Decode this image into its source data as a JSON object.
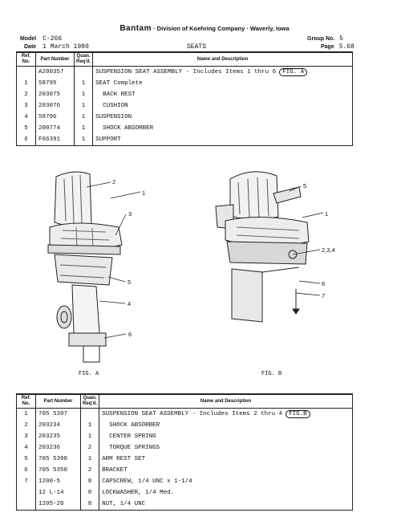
{
  "header": {
    "brand": "Bantam",
    "rest": " · Division of Koehring Company · Waverly, Iowa"
  },
  "meta": {
    "model_label": "Model",
    "model_value": "C-266",
    "date_label": "Date",
    "date_value": "1 March 1980",
    "section": "SEATS",
    "group_label": "Group No.",
    "group_value": "5",
    "page_label": "Page",
    "page_value": "5.68"
  },
  "columns": {
    "ref": "Ref. No.",
    "part": "Part Number",
    "qty": "Quan. Req'd.",
    "desc": "Name and Description"
  },
  "table1": [
    {
      "ref": "",
      "part": "A200357",
      "qty": "",
      "desc": "SUSPENSION SEAT ASSEMBLY - Includes Items 1 thru 6",
      "fig": "FIG. A"
    },
    {
      "ref": "1",
      "part": "58795",
      "qty": "1",
      "desc": "SEAT Complete"
    },
    {
      "ref": "2",
      "part": "203075",
      "qty": "1",
      "desc": "  BACK REST"
    },
    {
      "ref": "3",
      "part": "203076",
      "qty": "1",
      "desc": "  CUSHION"
    },
    {
      "ref": "4",
      "part": "58796",
      "qty": "1",
      "desc": "SUSPENSION"
    },
    {
      "ref": "5",
      "part": "200774",
      "qty": "1",
      "desc": "  SHOCK ABSORBER"
    },
    {
      "ref": "6",
      "part": "F66391",
      "qty": "1",
      "desc": "SUPPORT"
    }
  ],
  "table2": [
    {
      "ref": "1",
      "part": "705 5397",
      "qty": "",
      "desc": "SUSPENSION SEAT ASSEMBLY - Includes Items 2 thru 4",
      "fig": "FIG.B"
    },
    {
      "ref": "2",
      "part": "203234",
      "qty": "1",
      "desc": "  SHOCK ABSORBER"
    },
    {
      "ref": "3",
      "part": "203235",
      "qty": "1",
      "desc": "  CENTER SPRING"
    },
    {
      "ref": "4",
      "part": "203236",
      "qty": "2",
      "desc": "  TORQUE SPRINGS"
    },
    {
      "ref": "5",
      "part": "705 5398",
      "qty": "1",
      "desc": "ARM REST SET"
    },
    {
      "ref": "6",
      "part": "705 5350",
      "qty": "2",
      "desc": "BRACKET"
    },
    {
      "ref": "7",
      "part": "1200-5",
      "qty": "8",
      "desc": "CAPSCREW, 1/4 UNC x 1-1/4"
    },
    {
      "ref": "",
      "part": "12 L-14",
      "qty": "8",
      "desc": "LOCKWASHER, 1/4 Med."
    },
    {
      "ref": "",
      "part": "1205-20",
      "qty": "8",
      "desc": "NUT, 1/4 UNC"
    }
  ],
  "figures": {
    "fig_a_label": "FIG. A",
    "fig_b_label": "FIG. B",
    "fig_a_callouts": [
      "1",
      "2",
      "3",
      "4",
      "5",
      "6"
    ],
    "fig_b_callouts": [
      "1",
      "2,3,4",
      "5",
      "6",
      "7"
    ]
  }
}
